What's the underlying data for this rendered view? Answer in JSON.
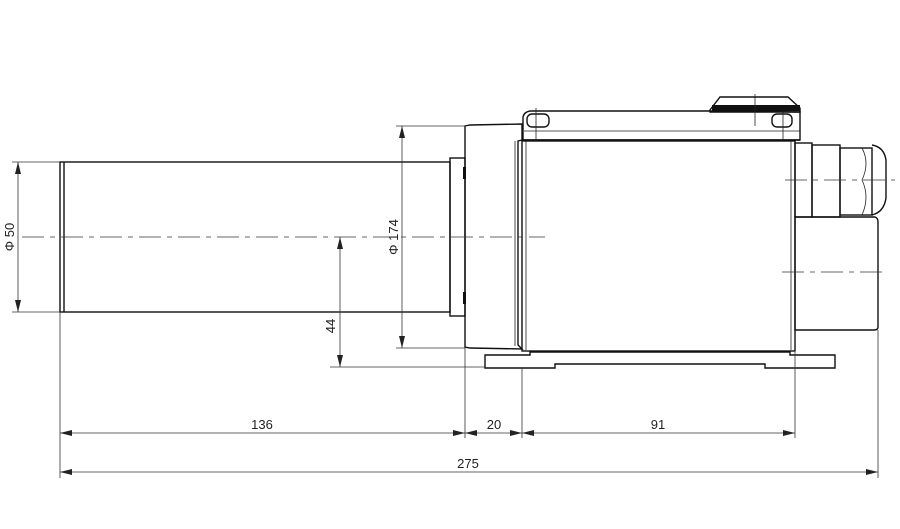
{
  "drawing": {
    "dimensions": {
      "tube_diameter": "Φ 50",
      "housing_diameter": "Φ 174",
      "axis_height": "44",
      "tube_length": "136",
      "flange_length": "20",
      "box_length": "91",
      "overall_length": "275"
    }
  }
}
